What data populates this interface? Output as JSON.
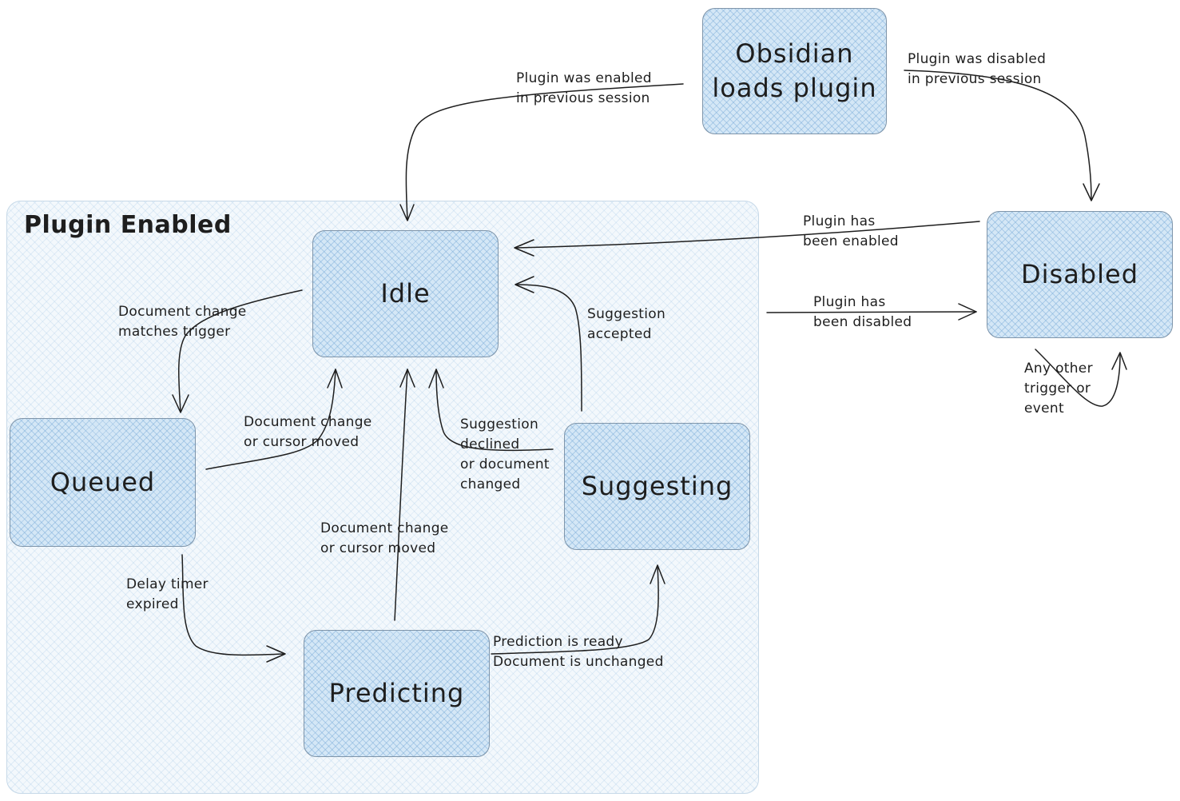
{
  "container": {
    "title": "Plugin Enabled"
  },
  "states": {
    "obsidian": "Obsidian\nloads plugin",
    "idle": "Idle",
    "disabled": "Disabled",
    "queued": "Queued",
    "suggesting": "Suggesting",
    "predicting": "Predicting"
  },
  "transitions": {
    "enabled_prev": [
      "Plugin was enabled",
      "in previous session"
    ],
    "disabled_prev": [
      "Plugin was disabled",
      "in previous session"
    ],
    "has_been_enabled": [
      "Plugin has",
      "been enabled"
    ],
    "has_been_disabled": [
      "Plugin has",
      "been disabled"
    ],
    "any_other": [
      "Any other",
      "trigger or",
      "event"
    ],
    "doc_matches": [
      "Document change",
      "matches trigger"
    ],
    "suggestion_accepted": [
      "Suggestion",
      "accepted"
    ],
    "queued_to_idle": [
      "Document change",
      "or cursor moved"
    ],
    "suggestion_declined": [
      "Suggestion",
      "declined",
      "or document",
      "changed"
    ],
    "predicting_to_idle": [
      "Document change",
      "or cursor moved"
    ],
    "delay_timer": [
      "Delay timer",
      "expired"
    ],
    "prediction_ready": [
      "Prediction is ready",
      "Document is unchanged"
    ]
  },
  "colors": {
    "node_fill": "#d4e7f6",
    "node_stroke": "#7f95aa",
    "container_fill": "#f3f8fc",
    "ink": "#1e1e1e"
  }
}
